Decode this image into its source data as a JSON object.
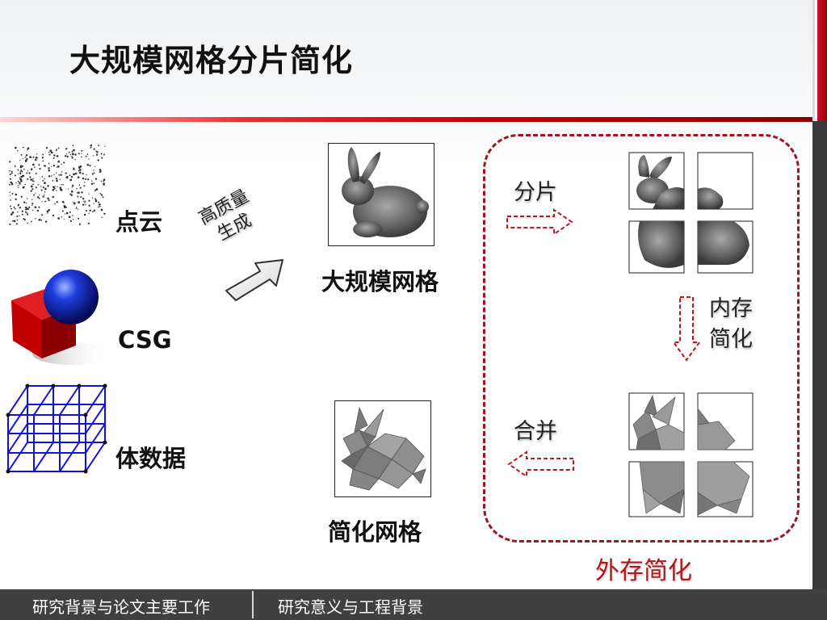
{
  "slide": {
    "title": "大规模网格分片简化"
  },
  "inputs": {
    "point_cloud": "点云",
    "csg": "CSG",
    "volume": "体数据"
  },
  "process": {
    "line1": "高质量",
    "line2": "生成"
  },
  "meshes": {
    "large": "大规模网格",
    "simplified": "简化网格"
  },
  "external": {
    "split": "分片",
    "memory_line1": "内存",
    "memory_line2": "简化",
    "merge": "合并",
    "caption": "外存简化"
  },
  "footer": {
    "item1": "研究背景与论文主要工作",
    "item2": "研究意义与工程背景"
  },
  "colors": {
    "accent_red": "#b0151b",
    "footer_bg": "#404040"
  }
}
